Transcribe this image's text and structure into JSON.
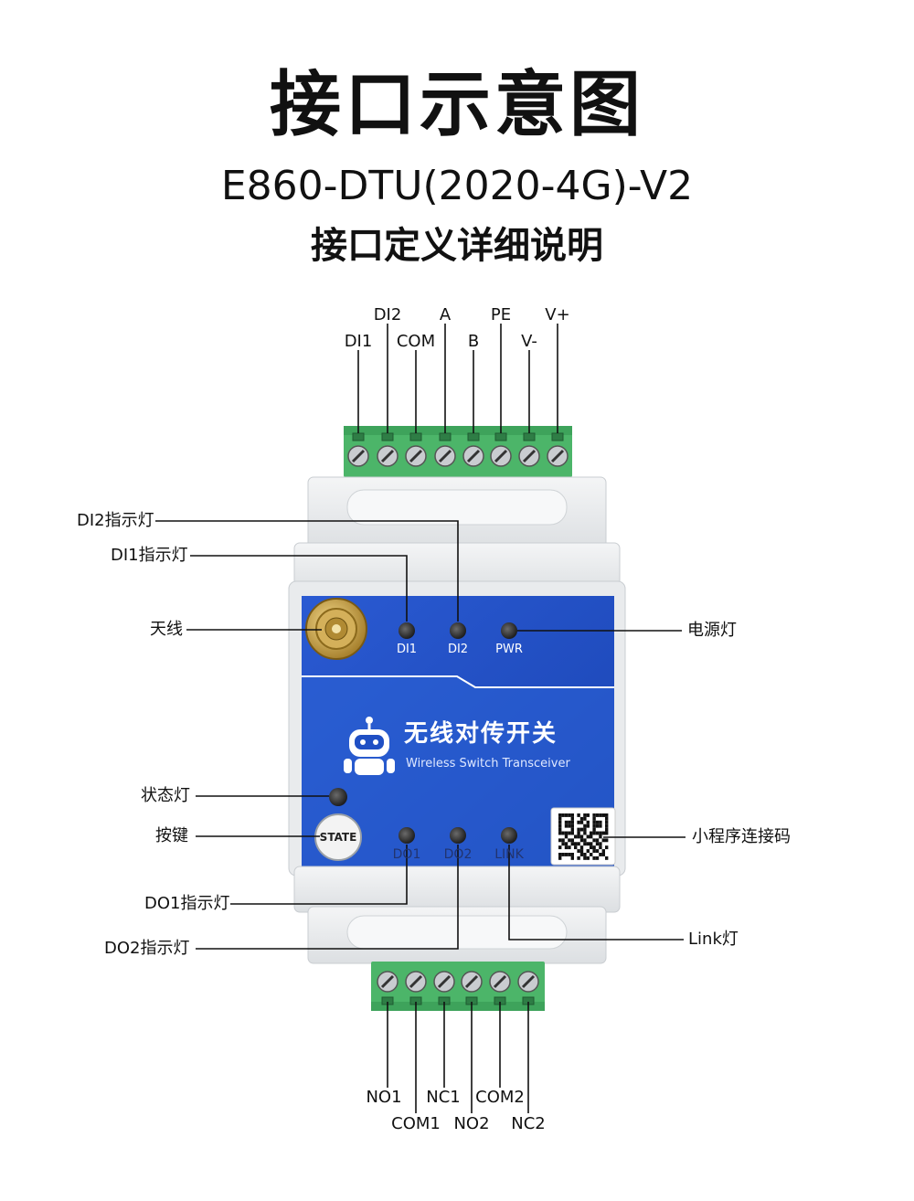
{
  "header": {
    "title": "接口示意图",
    "model": "E860-DTU(2020-4G)-V2",
    "subtitle": "接口定义详细说明"
  },
  "top_terminals": {
    "upper_row": [
      "DI2",
      "A",
      "PE",
      "V+"
    ],
    "lower_row": [
      "DI1",
      "COM",
      "B",
      "V-"
    ]
  },
  "bottom_terminals": {
    "upper_row": [
      "NO1",
      "NC1",
      "COM2"
    ],
    "lower_row": [
      "COM1",
      "NO2",
      "NC2"
    ]
  },
  "callouts": {
    "left": [
      "DI2指示灯",
      "DI1指示灯",
      "天线",
      "状态灯",
      "按键",
      "DO1指示灯",
      "DO2指示灯"
    ],
    "right": [
      "电源灯",
      "小程序连接码",
      "Link灯"
    ]
  },
  "panel": {
    "led_top": [
      "DI1",
      "DI2",
      "PWR"
    ],
    "led_bottom": [
      "DO1",
      "DO2",
      "LINK"
    ],
    "button_label": "STATE",
    "brand_cn": "无线对传开关",
    "brand_en": "Wireless Switch Transceiver"
  },
  "colors": {
    "terminal_green": "#4cb569",
    "panel_blue": "#1f4fc4",
    "housing": "#e9ebed",
    "antenna_gold": "#c9a243"
  }
}
